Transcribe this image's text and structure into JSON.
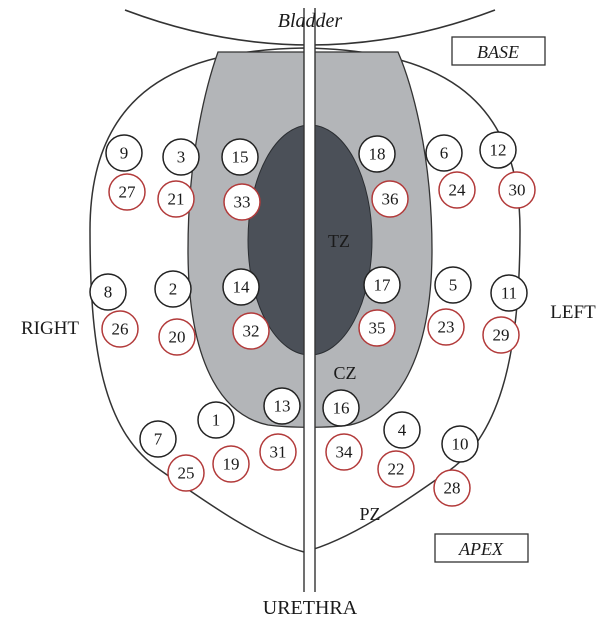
{
  "labels": {
    "bladder": "Bladder",
    "base": "BASE",
    "apex": "APEX",
    "urethra": "URETHRA",
    "right": "RIGHT",
    "left": "LEFT",
    "tz": "TZ",
    "cz": "CZ",
    "pz": "PZ"
  },
  "colors": {
    "outline": "#333333",
    "central_zone_fill": "#b3b5b8",
    "transition_zone_fill": "#4b5058",
    "base_core_circle_stroke": "#222222",
    "additional_core_circle_stroke": "#b23a3a"
  },
  "biopsy_cores": [
    {
      "id": "9",
      "set": "base"
    },
    {
      "id": "27",
      "set": "additional"
    },
    {
      "id": "3",
      "set": "base"
    },
    {
      "id": "21",
      "set": "additional"
    },
    {
      "id": "15",
      "set": "base"
    },
    {
      "id": "33",
      "set": "additional"
    },
    {
      "id": "18",
      "set": "base"
    },
    {
      "id": "36",
      "set": "additional"
    },
    {
      "id": "6",
      "set": "base"
    },
    {
      "id": "24",
      "set": "additional"
    },
    {
      "id": "12",
      "set": "base"
    },
    {
      "id": "30",
      "set": "additional"
    },
    {
      "id": "8",
      "set": "base"
    },
    {
      "id": "26",
      "set": "additional"
    },
    {
      "id": "2",
      "set": "base"
    },
    {
      "id": "20",
      "set": "additional"
    },
    {
      "id": "14",
      "set": "base"
    },
    {
      "id": "32",
      "set": "additional"
    },
    {
      "id": "17",
      "set": "base"
    },
    {
      "id": "35",
      "set": "additional"
    },
    {
      "id": "5",
      "set": "base"
    },
    {
      "id": "23",
      "set": "additional"
    },
    {
      "id": "11",
      "set": "base"
    },
    {
      "id": "29",
      "set": "additional"
    },
    {
      "id": "13",
      "set": "base"
    },
    {
      "id": "16",
      "set": "base"
    },
    {
      "id": "1",
      "set": "base"
    },
    {
      "id": "4",
      "set": "base"
    },
    {
      "id": "7",
      "set": "base"
    },
    {
      "id": "10",
      "set": "base"
    },
    {
      "id": "31",
      "set": "additional"
    },
    {
      "id": "34",
      "set": "additional"
    },
    {
      "id": "19",
      "set": "additional"
    },
    {
      "id": "22",
      "set": "additional"
    },
    {
      "id": "25",
      "set": "additional"
    },
    {
      "id": "28",
      "set": "additional"
    }
  ]
}
